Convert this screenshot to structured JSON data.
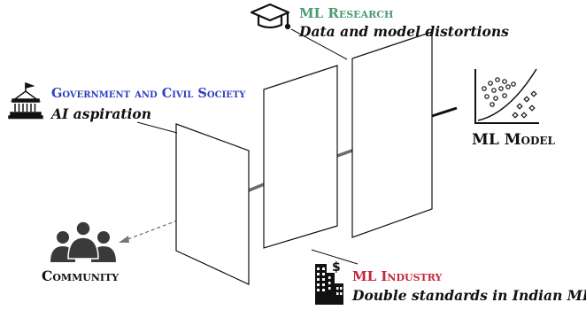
{
  "colors": {
    "research": "#4a9a72",
    "government": "#2f3fc0",
    "industry": "#c8243a",
    "ink": "#111111",
    "beam": "#6b6b6b"
  },
  "research": {
    "title": "ML Research",
    "subtitle": "Data and model distortions",
    "icon": "graduation-cap-icon"
  },
  "government": {
    "title": "Government and Civil Society",
    "subtitle": "AI aspiration",
    "icon": "government-building-icon"
  },
  "industry": {
    "title": "ML Industry",
    "subtitle": "Double standards in Indian ML",
    "icon": "city-dollar-icon"
  },
  "model": {
    "title": "ML Model",
    "icon": "scatter-plot-icon"
  },
  "community": {
    "title": "Community",
    "icon": "people-group-icon"
  }
}
